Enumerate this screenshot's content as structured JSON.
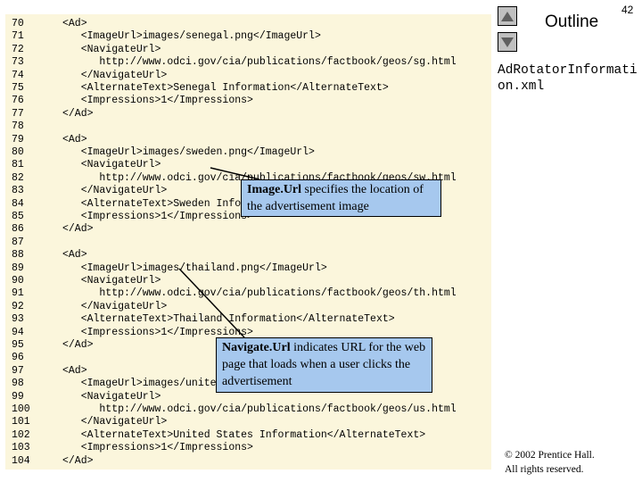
{
  "page_number": "42",
  "outline_title": "Outline",
  "file_name": "AdRotatorInformation.xml",
  "copyright": {
    "line1": "© 2002 Prentice Hall.",
    "line2": "All rights reserved."
  },
  "callouts": [
    {
      "keyword": "Image.Url",
      "text": " specifies the location of the advertisement image"
    },
    {
      "keyword": "Navigate.Url",
      "text": " indicates URL for the web page that loads when a user clicks the advertisement"
    }
  ],
  "code_lines": [
    {
      "n": "70",
      "text": "<Ad>"
    },
    {
      "n": "71",
      "text": "   <ImageUrl>images/senegal.png</ImageUrl>"
    },
    {
      "n": "72",
      "text": "   <NavigateUrl>"
    },
    {
      "n": "73",
      "text": "      http://www.odci.gov/cia/publications/factbook/geos/sg.html"
    },
    {
      "n": "74",
      "text": "   </NavigateUrl>"
    },
    {
      "n": "75",
      "text": "   <AlternateText>Senegal Information</AlternateText>"
    },
    {
      "n": "76",
      "text": "   <Impressions>1</Impressions>"
    },
    {
      "n": "77",
      "text": "</Ad>"
    },
    {
      "n": "78",
      "text": ""
    },
    {
      "n": "79",
      "text": "<Ad>"
    },
    {
      "n": "80",
      "text": "   <ImageUrl>images/sweden.png</ImageUrl>"
    },
    {
      "n": "81",
      "text": "   <NavigateUrl>"
    },
    {
      "n": "82",
      "text": "      http://www.odci.gov/cia/publications/factbook/geos/sw.html"
    },
    {
      "n": "83",
      "text": "   </NavigateUrl>"
    },
    {
      "n": "84",
      "text": "   <AlternateText>Sweden Information</AlternateText>"
    },
    {
      "n": "85",
      "text": "   <Impressions>1</Impressions>"
    },
    {
      "n": "86",
      "text": "</Ad>"
    },
    {
      "n": "87",
      "text": ""
    },
    {
      "n": "88",
      "text": "<Ad>"
    },
    {
      "n": "89",
      "text": "   <ImageUrl>images/thailand.png</ImageUrl>"
    },
    {
      "n": "90",
      "text": "   <NavigateUrl>"
    },
    {
      "n": "91",
      "text": "      http://www.odci.gov/cia/publications/factbook/geos/th.html"
    },
    {
      "n": "92",
      "text": "   </NavigateUrl>"
    },
    {
      "n": "93",
      "text": "   <AlternateText>Thailand Information</AlternateText>"
    },
    {
      "n": "94",
      "text": "   <Impressions>1</Impressions>"
    },
    {
      "n": "95",
      "text": "</Ad>"
    },
    {
      "n": "96",
      "text": ""
    },
    {
      "n": "97",
      "text": "<Ad>"
    },
    {
      "n": "98",
      "text": "   <ImageUrl>images/unitedstates.png</ImageUrl>"
    },
    {
      "n": "99",
      "text": "   <NavigateUrl>"
    },
    {
      "n": "100",
      "text": "      http://www.odci.gov/cia/publications/factbook/geos/us.html"
    },
    {
      "n": "101",
      "text": "   </NavigateUrl>"
    },
    {
      "n": "102",
      "text": "   <AlternateText>United States Information</AlternateText>"
    },
    {
      "n": "103",
      "text": "   <Impressions>1</Impressions>"
    },
    {
      "n": "104",
      "text": "</Ad>"
    }
  ]
}
